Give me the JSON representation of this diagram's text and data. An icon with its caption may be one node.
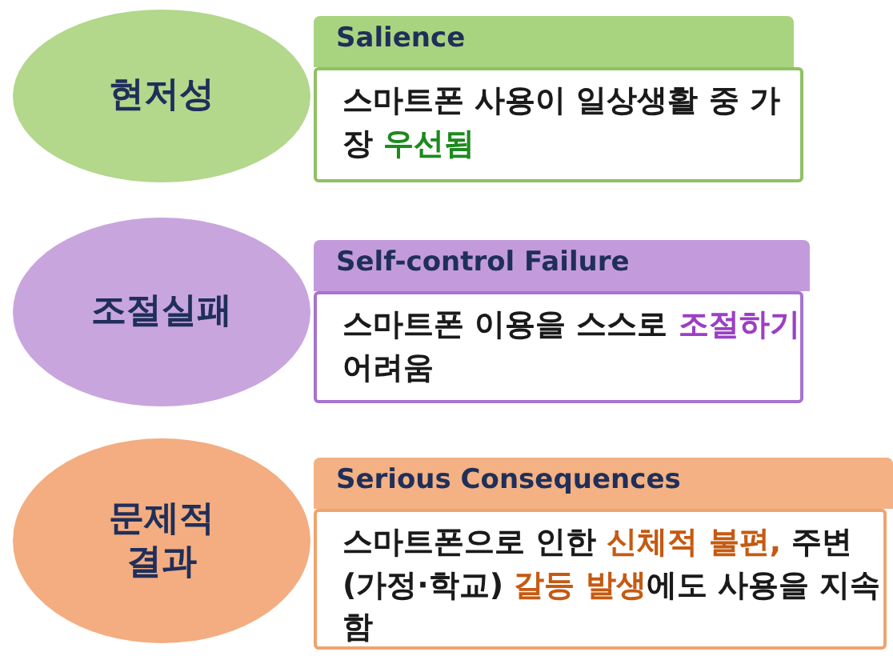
{
  "diagram": {
    "nodes": [
      {
        "text": [
          "현저성"
        ]
      },
      {
        "text": [
          "Salience",
          "스마트폰 사용이 일상생활 중 가장 **우선됨**"
        ]
      },
      {
        "text": [
          "조절실패"
        ]
      },
      {
        "text": [
          "Self-control Failure",
          "스마트폰 이용을 스스로 **조절하기** 어려움"
        ]
      },
      {
        "text": [
          "문제적 결과"
        ]
      },
      {
        "text": [
          "Serious Consequences",
          "스마트폰으로 인한 **신체적 불편,** 주변(가정·학교) **갈등 발생**에도 사용을 지속함"
        ]
      }
    ]
  }
}
